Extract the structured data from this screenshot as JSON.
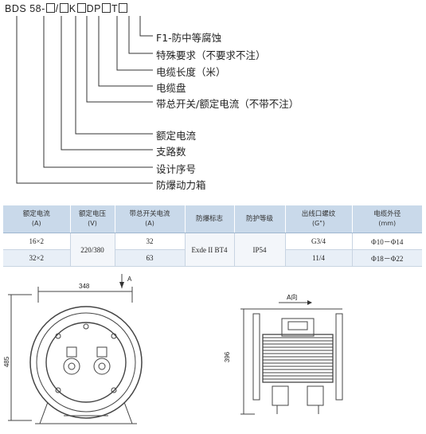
{
  "model_code": {
    "prefix": "BDS",
    "number": "58-",
    "sep": "/",
    "k": "K",
    "dp": "DP",
    "t": "T"
  },
  "legend": [
    "F1-防中等腐蚀",
    "特殊要求（不要求不注）",
    "电缆长度（米）",
    "电缆盘",
    "带总开关/额定电流（不带不注）",
    "额定电流",
    "支路数",
    "设计序号",
    "防爆动力箱"
  ],
  "table": {
    "headers": [
      {
        "name": "额定电流",
        "unit": "(A)"
      },
      {
        "name": "额定电压",
        "unit": "(V)"
      },
      {
        "name": "带总开关电流",
        "unit": "(A)"
      },
      {
        "name": "防爆标志",
        "unit": ""
      },
      {
        "name": "防护等级",
        "unit": ""
      },
      {
        "name": "出线口螺纹",
        "unit": "(G\")"
      },
      {
        "name": "电缆外径",
        "unit": "(mm)"
      }
    ],
    "rows": [
      {
        "current": "16×2",
        "switch_current": "32",
        "thread": "G3/4",
        "cable": "Φ10－Φ14"
      },
      {
        "current": "32×2",
        "switch_current": "63",
        "thread": "11/4",
        "cable": "Φ18－Φ22"
      }
    ],
    "voltage": "220/380",
    "ex_mark": "Exde II BT4",
    "ip": "IP54"
  },
  "drawing": {
    "width_dim": "348",
    "height_dim": "485",
    "side_height_dim": "396",
    "arrow_label": "A",
    "view_label": "A向"
  }
}
